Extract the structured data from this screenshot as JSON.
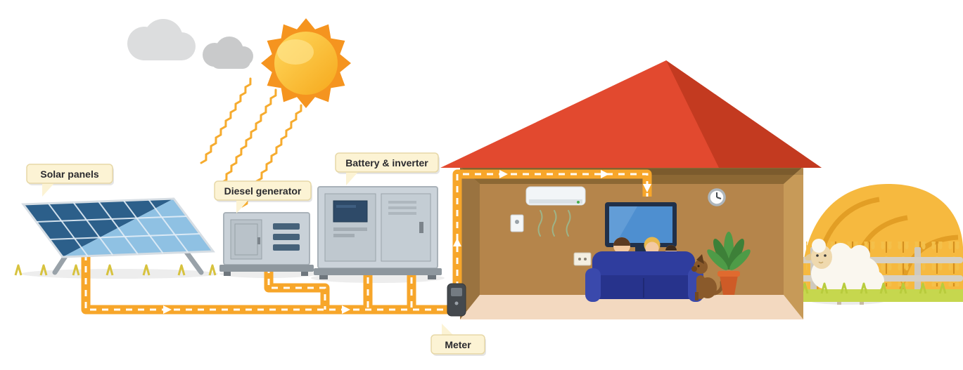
{
  "diagram": {
    "labels": {
      "solar_panels": "Solar panels",
      "diesel_generator": "Diesel generator",
      "battery_inverter": "Battery & inverter",
      "meter": "Meter"
    },
    "colors": {
      "pipe_orange": "#F7A62A",
      "sun_spikes": "#F5941F",
      "sun_core_light": "#FFD95E",
      "sun_core_dark": "#F6A81C",
      "roof_red": "#E2492F",
      "roof_shadow": "#C33A20",
      "wall_brown": "#B5854B",
      "floor_tan": "#F3D9C0",
      "panel_blue_dark": "#2C5F8A",
      "panel_blue_light": "#8FC1E3",
      "machine_gray": "#CBD3DA",
      "label_bg": "#FCF3D4",
      "label_text": "#2A2A2E",
      "couch_blue": "#2F3D9E",
      "hay_gold": "#F6B93F",
      "grass_green": "#C6D74E",
      "cloud_gray": "#DCDDDE"
    },
    "scene_elements": [
      "sun",
      "clouds",
      "sun-rays",
      "solar-panels",
      "diesel-generator",
      "battery-inverter",
      "meter",
      "house",
      "air-conditioner",
      "tv",
      "couch",
      "family",
      "dog",
      "plant",
      "clock",
      "sheep",
      "fence",
      "hay-field",
      "grass"
    ]
  }
}
